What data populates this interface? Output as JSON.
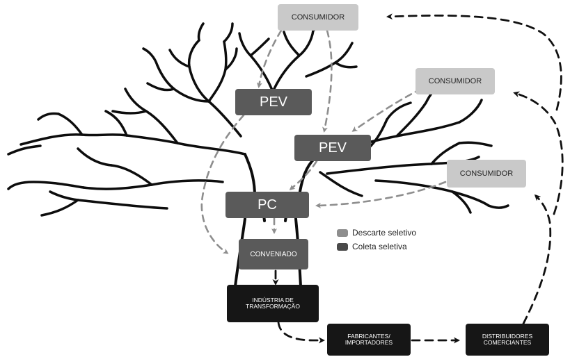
{
  "nodes": {
    "consumidor_1": "CONSUMIDOR",
    "consumidor_2": "CONSUMIDOR",
    "consumidor_3": "CONSUMIDOR",
    "pev_1": "PEV",
    "pev_2": "PEV",
    "pc": "PC",
    "conveniado": "CONVENIADO",
    "industria_line1": "INDÚSTRIA DE",
    "industria_line2": "TRANSFORMAÇÃO",
    "fabricantes_line1": "FABRICANTES/",
    "fabricantes_line2": "IMPORTADORES",
    "distribuidores_line1": "DISTRIBUIDORES",
    "distribuidores_line2": "COMERCIANTES"
  },
  "legend": {
    "descarte": "Descarte seletivo",
    "coleta": "Coleta seletiva"
  },
  "colors": {
    "descarte": "#8e8e8e",
    "coleta": "#4a4a4a",
    "light_box": "#c9c9c9",
    "mid_box": "#5a5a5a",
    "dark_box": "#161616",
    "branch": "#0d0d0d"
  }
}
